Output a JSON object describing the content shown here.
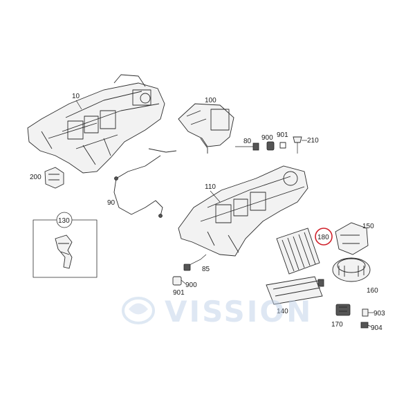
{
  "callouts": {
    "c10": "10",
    "c100": "100",
    "c80": "80",
    "c900a": "900",
    "c901a": "901",
    "c210": "210",
    "c200": "200",
    "c90": "90",
    "c110": "110",
    "c130": "130",
    "c150": "150",
    "c180": "180",
    "c85": "85",
    "c900b": "900",
    "c901b": "901",
    "c140": "140",
    "c160": "160",
    "c170": "170",
    "c903": "903",
    "c904": "904"
  },
  "highlight_color": "#d0202a",
  "watermark": {
    "text": "VISSION",
    "color": "#b8cde6"
  }
}
